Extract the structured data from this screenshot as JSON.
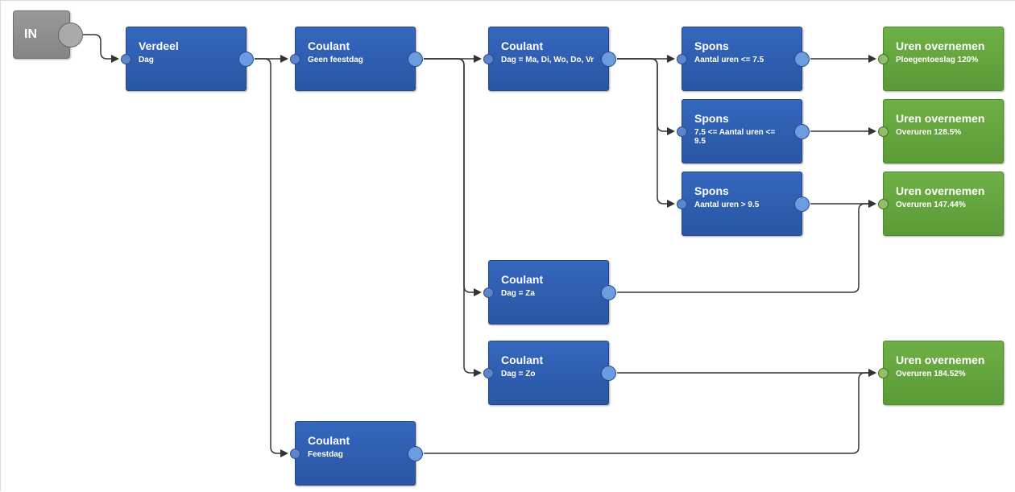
{
  "start": {
    "label": "IN"
  },
  "nodes": {
    "verdeel": {
      "title": "Verdeel",
      "sub": "Dag"
    },
    "c_geen": {
      "title": "Coulant",
      "sub": "Geen feestdag"
    },
    "c_mavr": {
      "title": "Coulant",
      "sub": "Dag = Ma, Di, Wo, Do, Vr"
    },
    "s1": {
      "title": "Spons",
      "sub": "Aantal uren <= 7.5"
    },
    "s2": {
      "title": "Spons",
      "sub": "7.5 <= Aantal uren <= 9.5"
    },
    "s3": {
      "title": "Spons",
      "sub": "Aantal uren > 9.5"
    },
    "u1": {
      "title": "Uren overnemen",
      "sub": "Ploegentoeslag 120%"
    },
    "u2": {
      "title": "Uren overnemen",
      "sub": "Overuren 128.5%"
    },
    "u3": {
      "title": "Uren overnemen",
      "sub": "Overuren 147.44%"
    },
    "c_za": {
      "title": "Coulant",
      "sub": "Dag = Za"
    },
    "c_zo": {
      "title": "Coulant",
      "sub": "Dag = Zo"
    },
    "u4": {
      "title": "Uren overnemen",
      "sub": "Overuren 184.52%"
    },
    "c_feest": {
      "title": "Coulant",
      "sub": "Feestdag"
    }
  },
  "colors": {
    "rule_node": "#2f5fb0",
    "output_node": "#64a33e",
    "start_node": "#8f8f8f",
    "wire": "#333333"
  }
}
